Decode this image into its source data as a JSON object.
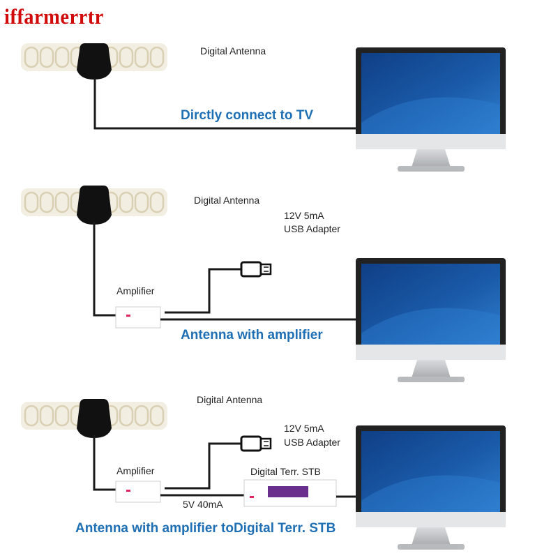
{
  "watermark": "iffarmerrtr",
  "colors": {
    "cable": "#1a1a1a",
    "title_blue": "#1f6fb4",
    "screen_blue": "#1a5aa8",
    "monitor_bezel": "#222222",
    "monitor_stand": "#c8cacc",
    "stb_display": "#6a2f8c",
    "led_red": "#e0245e",
    "watermark_red": "#d10a0a"
  },
  "icons": [
    "antenna-icon",
    "monitor-icon",
    "amplifier-icon",
    "usb-plug-icon",
    "stb-icon"
  ],
  "panels": [
    {
      "antenna_label": "Digital Antenna",
      "title": "Dirctly connect to TV"
    },
    {
      "antenna_label": "Digital Antenna",
      "adapter_label_1": "12V 5mA",
      "adapter_label_2": "USB Adapter",
      "amplifier_label": "Amplifier",
      "title": "Antenna with amplifier"
    },
    {
      "antenna_label": "Digital Antenna",
      "adapter_label_1": "12V 5mA",
      "adapter_label_2": "USB Adapter",
      "amplifier_label": "Amplifier",
      "stb_label": "Digital Terr. STB",
      "power_label": "5V 40mA",
      "title": "Antenna with amplifier toDigital Terr. STB"
    }
  ]
}
